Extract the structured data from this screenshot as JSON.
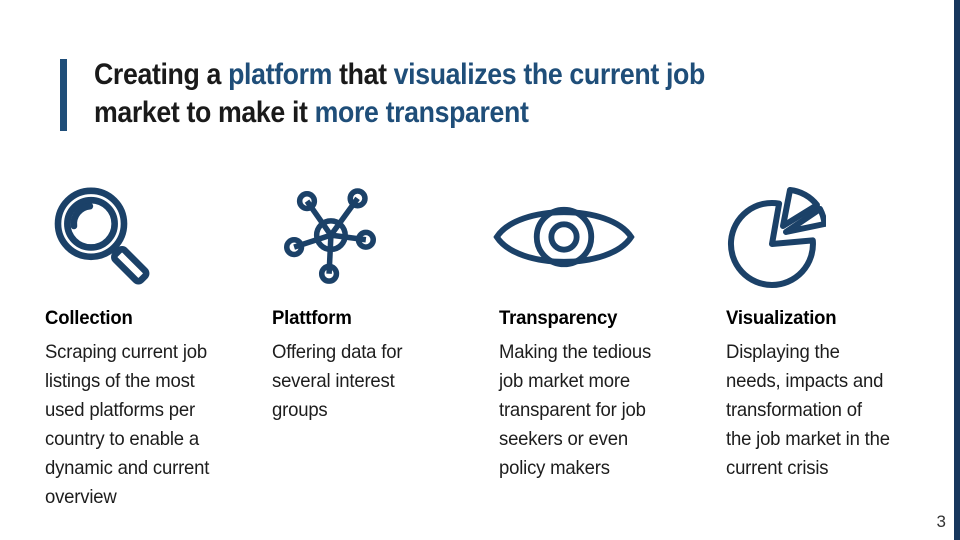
{
  "colors": {
    "accent": "#1F4E79",
    "icon_navy": "#1B4168",
    "edge_bar_navy": "#17365D",
    "text_dark": "#1a1a1a"
  },
  "title": {
    "segments": [
      {
        "text": "Creating a ",
        "color": "dark"
      },
      {
        "text": "platform",
        "color": "accent"
      },
      {
        "text": " that ",
        "color": "dark"
      },
      {
        "text": "visualizes the current job",
        "color": "accent"
      },
      {
        "text": "market to make it ",
        "color": "dark"
      },
      {
        "text": "more transparent",
        "color": "accent"
      }
    ]
  },
  "columns": [
    {
      "icon": "magnifier-icon",
      "heading": "Collection",
      "body": "Scraping current job\nlistings of the most\nused platforms per\ncountry to enable a\ndynamic and current\noverview"
    },
    {
      "icon": "network-hub-icon",
      "heading": "Plattform",
      "body": "Offering data for\nseveral interest\ngroups"
    },
    {
      "icon": "eye-icon",
      "heading": "Transparency",
      "body": "Making the tedious\njob market more\ntransparent for job\nseekers or even\npolicy makers"
    },
    {
      "icon": "pie-chart-icon",
      "heading": "Visualization",
      "body": "Displaying the\nneeds, impacts and\ntransformation of\nthe job market in the\ncurrent crisis"
    }
  ],
  "page_number": "3"
}
